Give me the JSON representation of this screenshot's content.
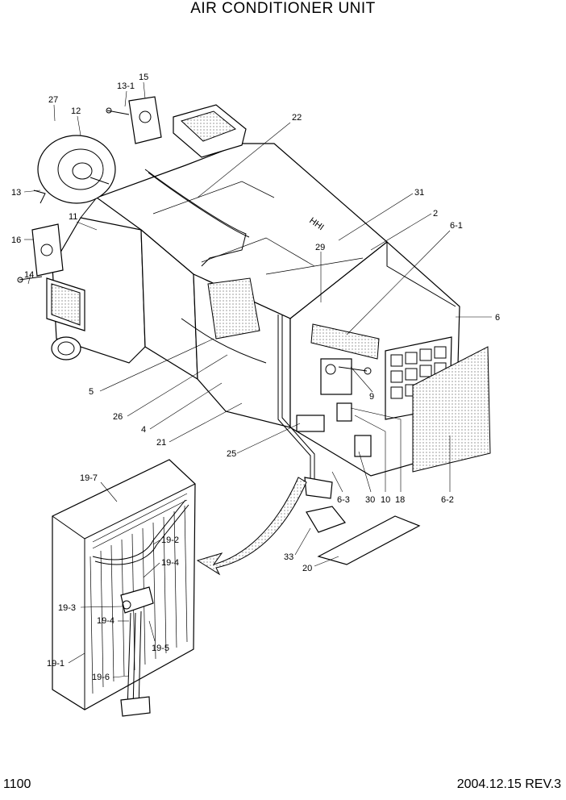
{
  "title": "AIR CONDITIONER UNIT",
  "page_number": "1100",
  "revision": "2004.12.15  REV.3",
  "callouts": [
    "27",
    "12",
    "13-1",
    "15",
    "13",
    "11",
    "16",
    "14",
    "22",
    "31",
    "2",
    "6-1",
    "29",
    "6",
    "9",
    "5",
    "26",
    "4",
    "21",
    "25",
    "6-3",
    "30",
    "10",
    "18",
    "6-2",
    "33",
    "20",
    "19-7",
    "19-2",
    "19-4",
    "19-3",
    "19-4",
    "19-5",
    "19-1",
    "19-6"
  ],
  "unit_marking": "HHI"
}
